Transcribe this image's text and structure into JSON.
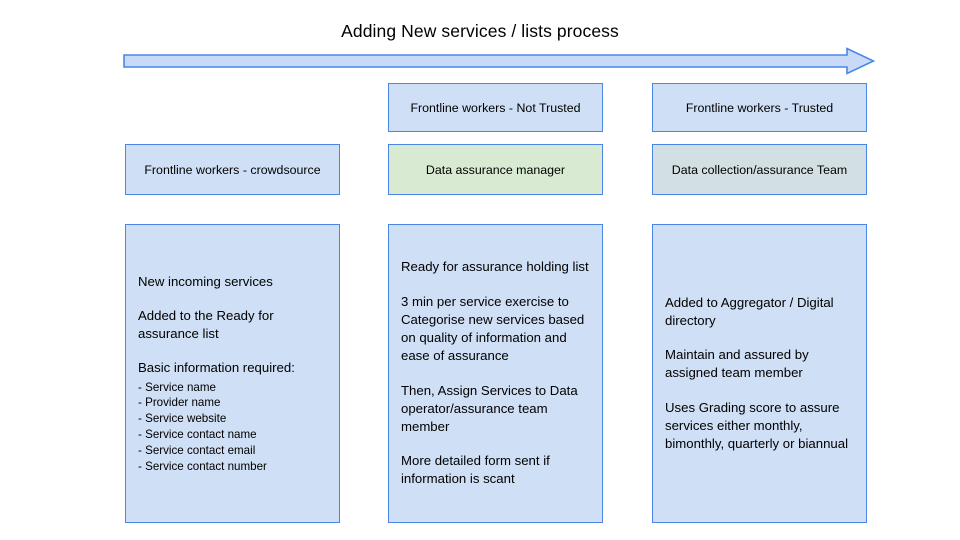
{
  "slide": {
    "title": "Adding New services / lists process"
  },
  "arrow": {
    "name": "process-flow-arrow",
    "direction": "left-to-right",
    "fill_color": "#c9daf8",
    "stroke_color": "#4a86e8"
  },
  "colors": {
    "blue_fill": "#cfdff5",
    "green_fill": "#d9ead3",
    "gray_fill": "#d2dfe3",
    "border": "#4a86e8",
    "background": "#ffffff",
    "text": "#000000"
  },
  "roles": {
    "top_row": [
      {
        "label": "Frontline workers - Not Trusted",
        "fill": "#cfdff5",
        "column": "middle"
      },
      {
        "label": "Frontline workers - Trusted",
        "fill": "#cfdff5",
        "column": "right"
      }
    ],
    "second_row": [
      {
        "label": "Frontline workers - crowdsource",
        "fill": "#cfdff5",
        "column": "left"
      },
      {
        "label": "Data assurance manager",
        "fill": "#d9ead3",
        "column": "middle"
      },
      {
        "label": "Data collection/assurance Team",
        "fill": "#d2dfe3",
        "column": "right"
      }
    ]
  },
  "columns": {
    "left": {
      "paragraphs": [
        "New incoming services",
        "Added to the Ready for assurance list"
      ],
      "list_heading": "Basic information required:",
      "list_items": [
        "- Service name",
        "- Provider name",
        "- Service website",
        "- Service contact name",
        "- Service contact email",
        "- Service contact number"
      ]
    },
    "middle": {
      "paragraphs": [
        "Ready for assurance holding list",
        "3 min per service exercise to Categorise new services based on quality of information and ease of assurance",
        "Then, Assign Services to Data operator/assurance team member",
        "More detailed form sent if information is scant"
      ]
    },
    "right": {
      "paragraphs": [
        "Added to Aggregator / Digital directory",
        "Maintain and assured by assigned team member",
        "Uses Grading score to assure services either monthly, bimonthly, quarterly or biannual"
      ]
    }
  }
}
